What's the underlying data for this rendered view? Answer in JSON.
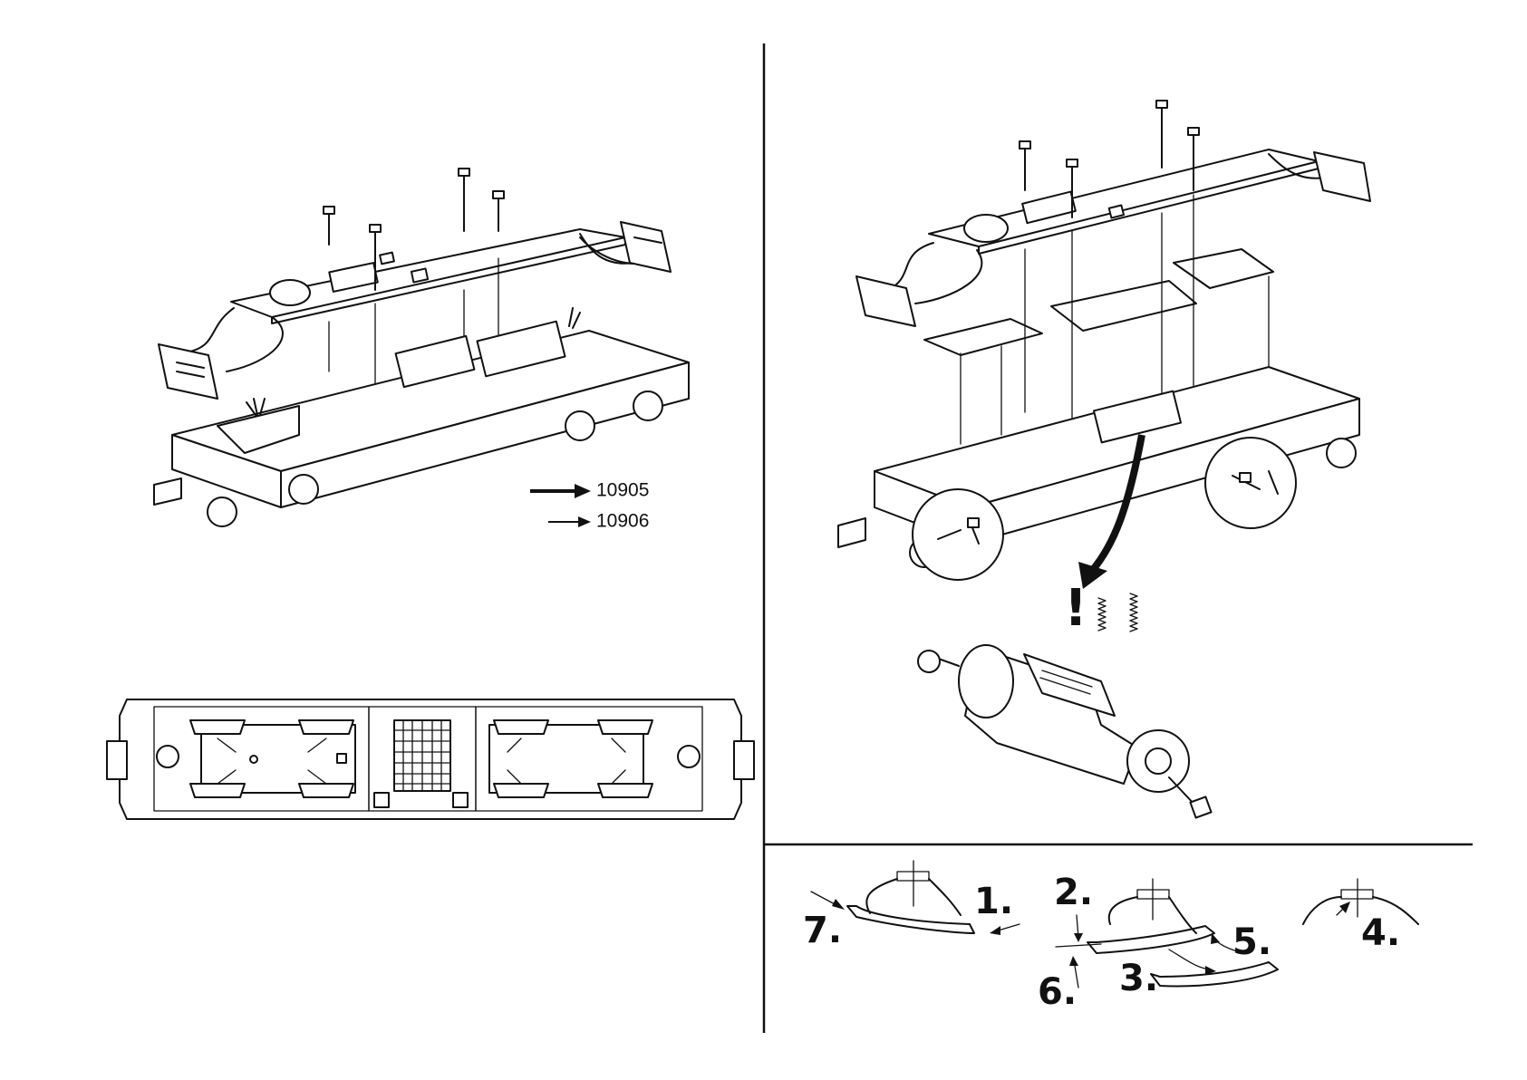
{
  "legend": {
    "items": [
      {
        "label": "10905"
      },
      {
        "label": "10906"
      }
    ]
  },
  "steps": {
    "s1": "1.",
    "s2": "2.",
    "s3": "3.",
    "s4": "4.",
    "s5": "5.",
    "s6": "6.",
    "s7": "7."
  },
  "warning_mark": "!"
}
